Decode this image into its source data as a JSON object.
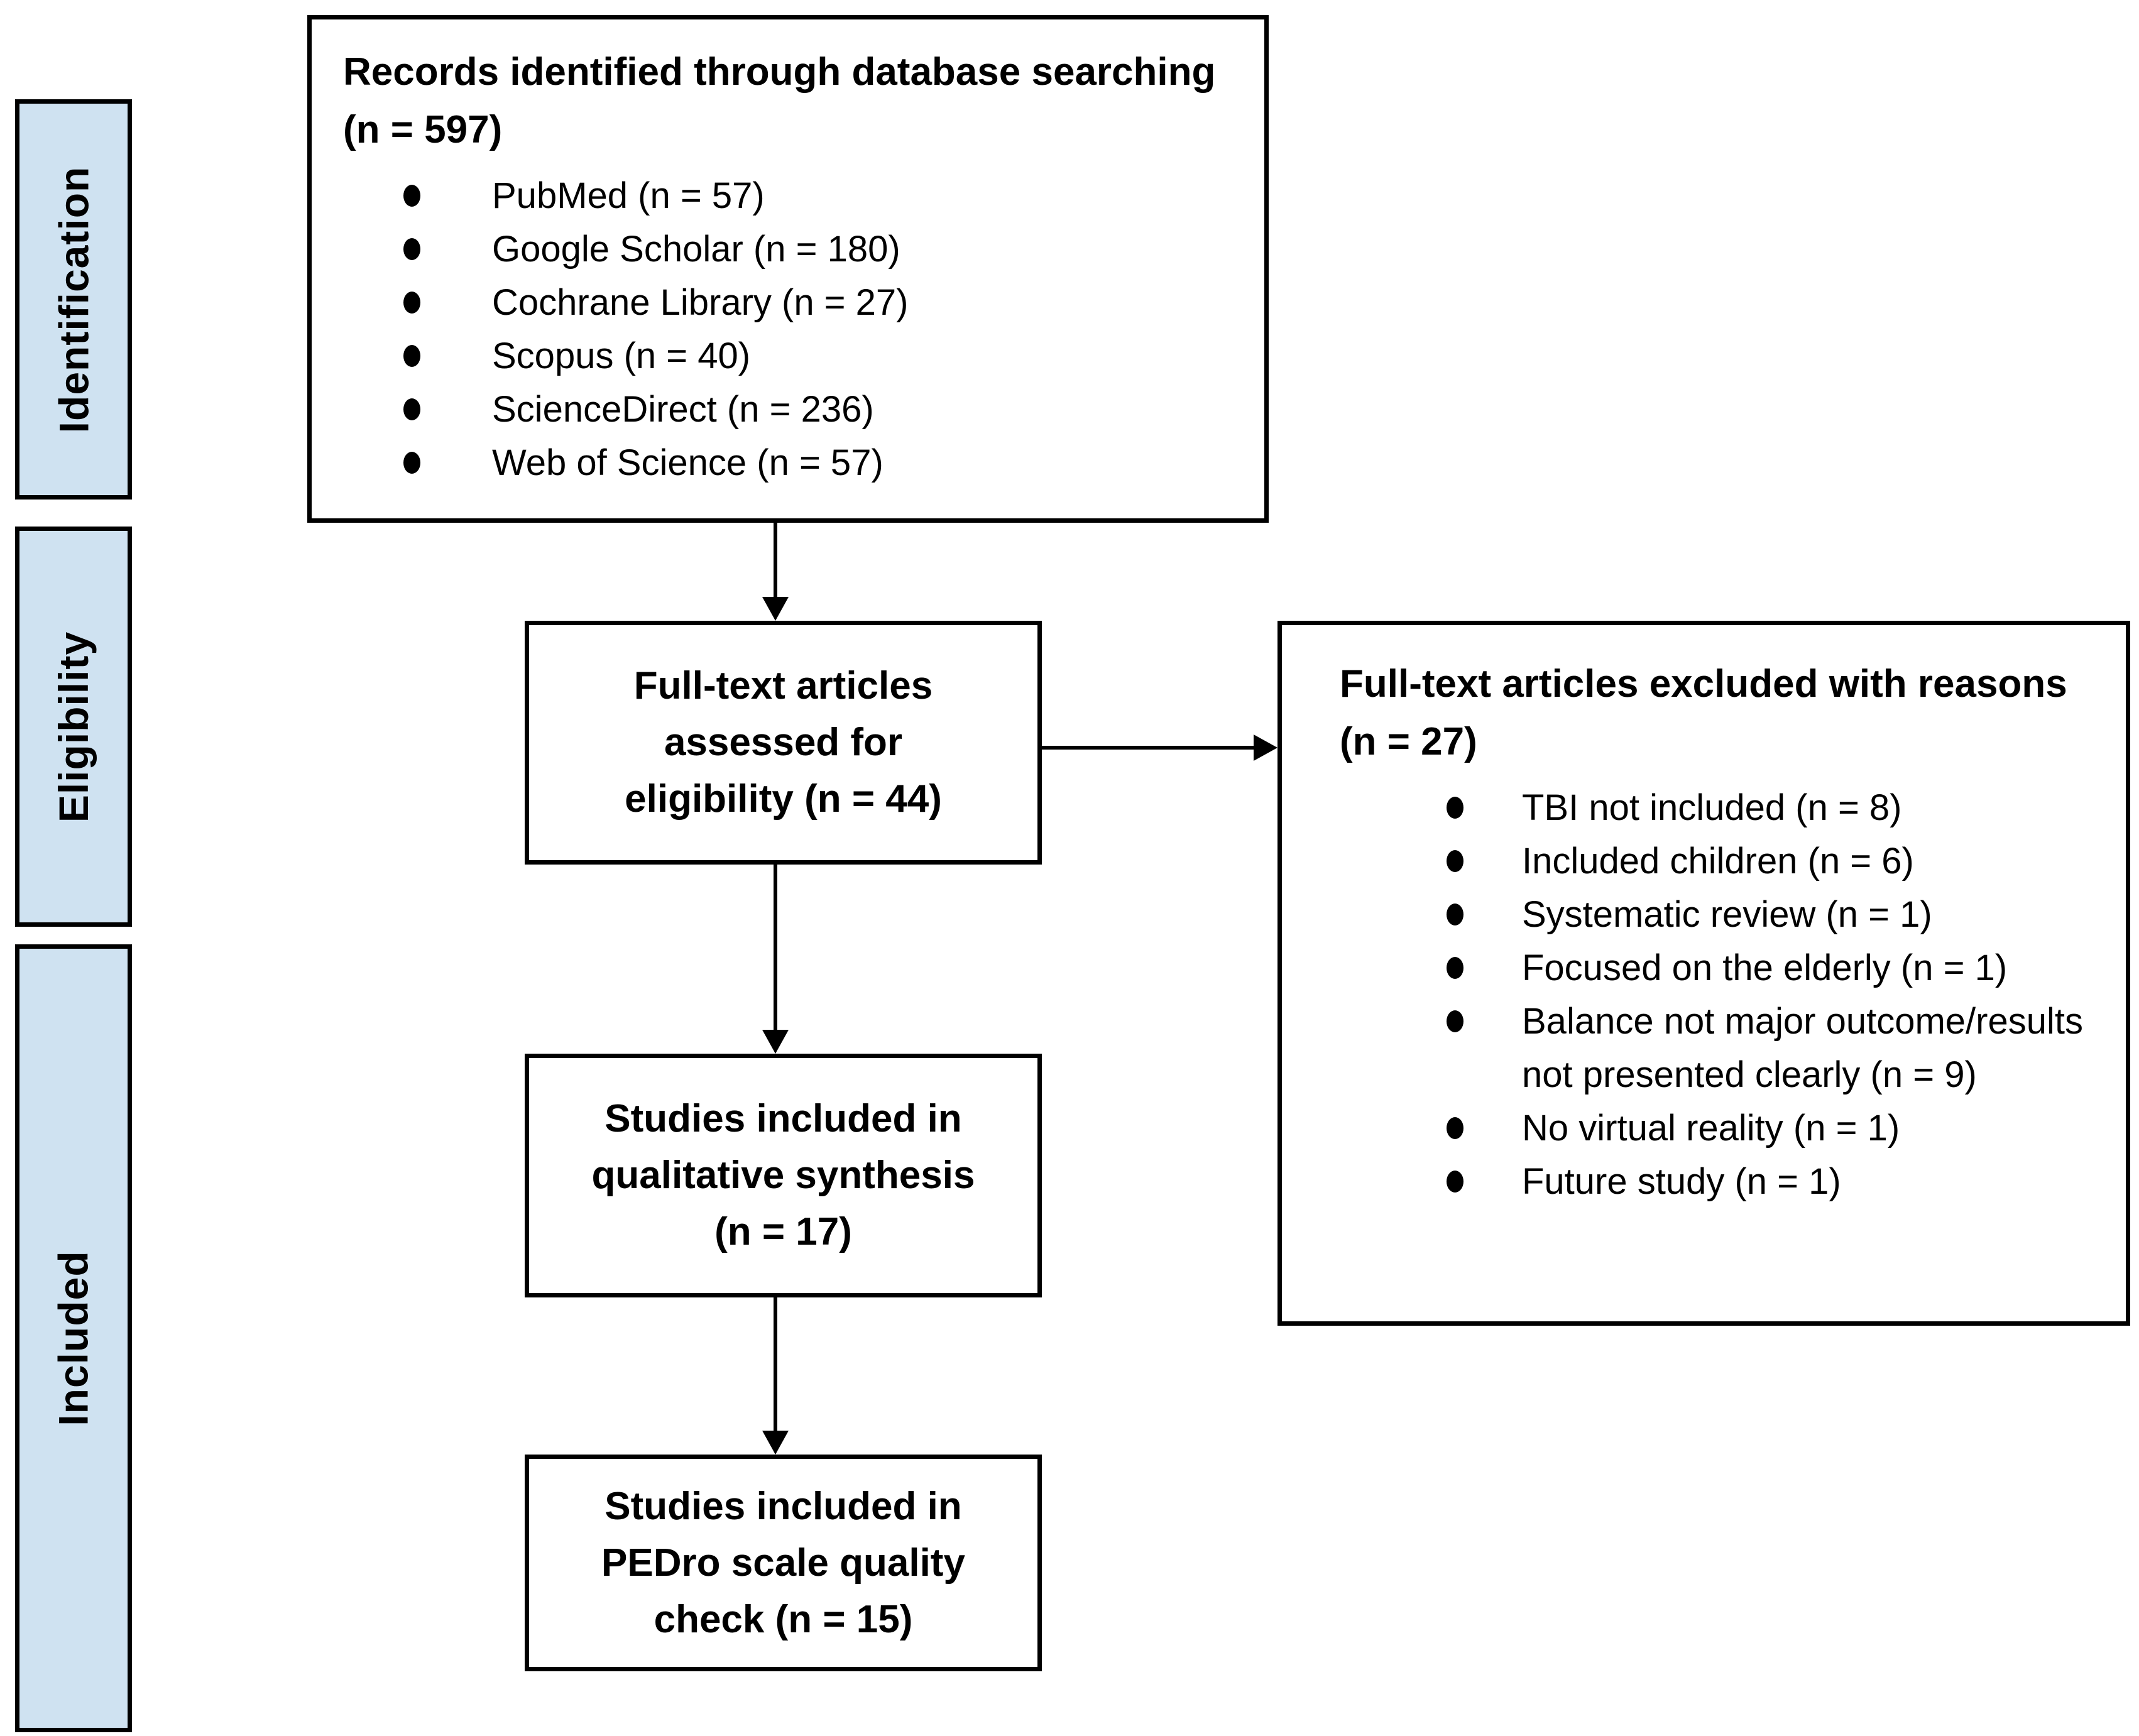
{
  "palette": {
    "stage_fill": "#cfe2f1",
    "border": "#000000",
    "background": "#ffffff"
  },
  "stages": [
    {
      "label": "Identification"
    },
    {
      "label": "Eligibility"
    },
    {
      "label": "Included"
    }
  ],
  "boxes": {
    "records": {
      "title": "Records identified through database searching (n = 597)",
      "items": [
        "PubMed (n = 57)",
        "Google Scholar (n = 180)",
        "Cochrane Library (n = 27)",
        "Scopus (n = 40)",
        "ScienceDirect (n = 236)",
        "Web of Science (n = 57)"
      ]
    },
    "assessed": {
      "title": "Full-text articles assessed for eligibility (n = 44)"
    },
    "excluded": {
      "title": "Full-text articles excluded with reasons (n = 27)",
      "items": [
        "TBI not included (n = 8)",
        "Included children (n = 6)",
        "Systematic review (n = 1)",
        "Focused on the elderly (n = 1)",
        "Balance not major outcome/results not presented clearly (n = 9)",
        "No virtual reality (n = 1)",
        "Future study (n = 1)"
      ]
    },
    "qualitative": {
      "title": "Studies included in qualitative synthesis (n = 17)"
    },
    "pedro": {
      "title": "Studies included in PEDro scale quality check (n = 15)"
    }
  }
}
